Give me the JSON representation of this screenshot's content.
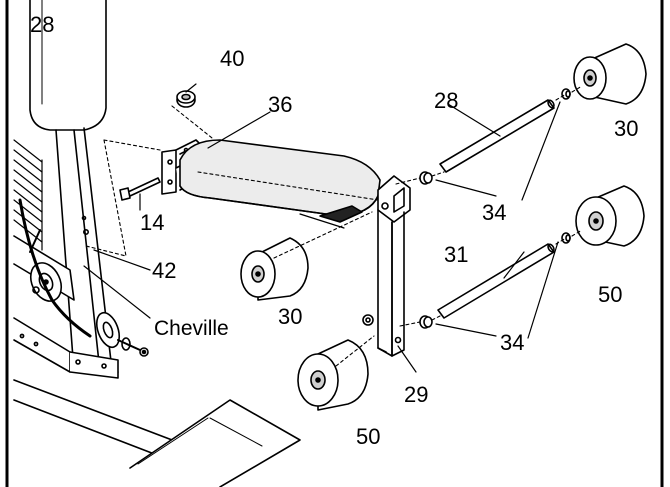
{
  "labels": {
    "part_28_top_left": "28",
    "part_40": "40",
    "part_36": "36",
    "part_28_rod": "28",
    "part_30_right": "30",
    "part_34_upper": "34",
    "part_14": "14",
    "part_42": "42",
    "part_30_left": "30",
    "part_31": "31",
    "part_50_right": "50",
    "part_34_lower": "34",
    "pin_label": "Cheville",
    "part_29": "29",
    "part_50_left": "50"
  },
  "colors": {
    "line": "#000000",
    "background": "#ffffff",
    "shade_light": "#e6e6e6",
    "shade_mid": "#bfbfbf",
    "shade_dark": "#555555"
  }
}
